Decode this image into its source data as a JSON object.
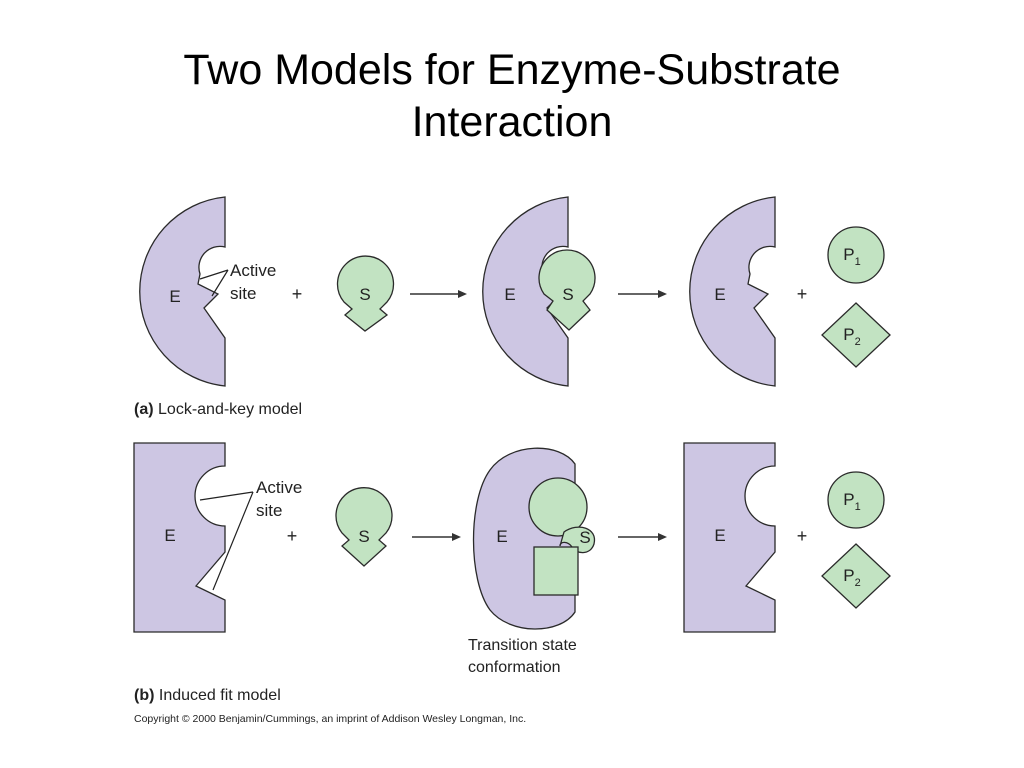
{
  "slide": {
    "title_line1": "Two Models for Enzyme-Substrate",
    "title_line2": "Interaction"
  },
  "colors": {
    "enzyme": "#cdc6e3",
    "substrate": "#c2e3c2"
  },
  "panel_a": {
    "tag": "(a)",
    "caption": "Lock-and-key model",
    "enzyme_label": "E",
    "substrate_label": "S",
    "active_site_line1": "Active",
    "active_site_line2": "site",
    "plus": "+",
    "product1_letter": "P",
    "product1_sub": "1",
    "product2_letter": "P",
    "product2_sub": "2"
  },
  "panel_b": {
    "tag": "(b)",
    "caption": "Induced fit model",
    "enzyme_label": "E",
    "substrate_label": "S",
    "active_site_line1": "Active",
    "active_site_line2": "site",
    "plus": "+",
    "transition_line1": "Transition state",
    "transition_line2": "conformation",
    "product1_letter": "P",
    "product1_sub": "1",
    "product2_letter": "P",
    "product2_sub": "2"
  },
  "copyright": "Copyright © 2000 Benjamin/Cummings, an imprint of Addison Wesley Longman, Inc."
}
